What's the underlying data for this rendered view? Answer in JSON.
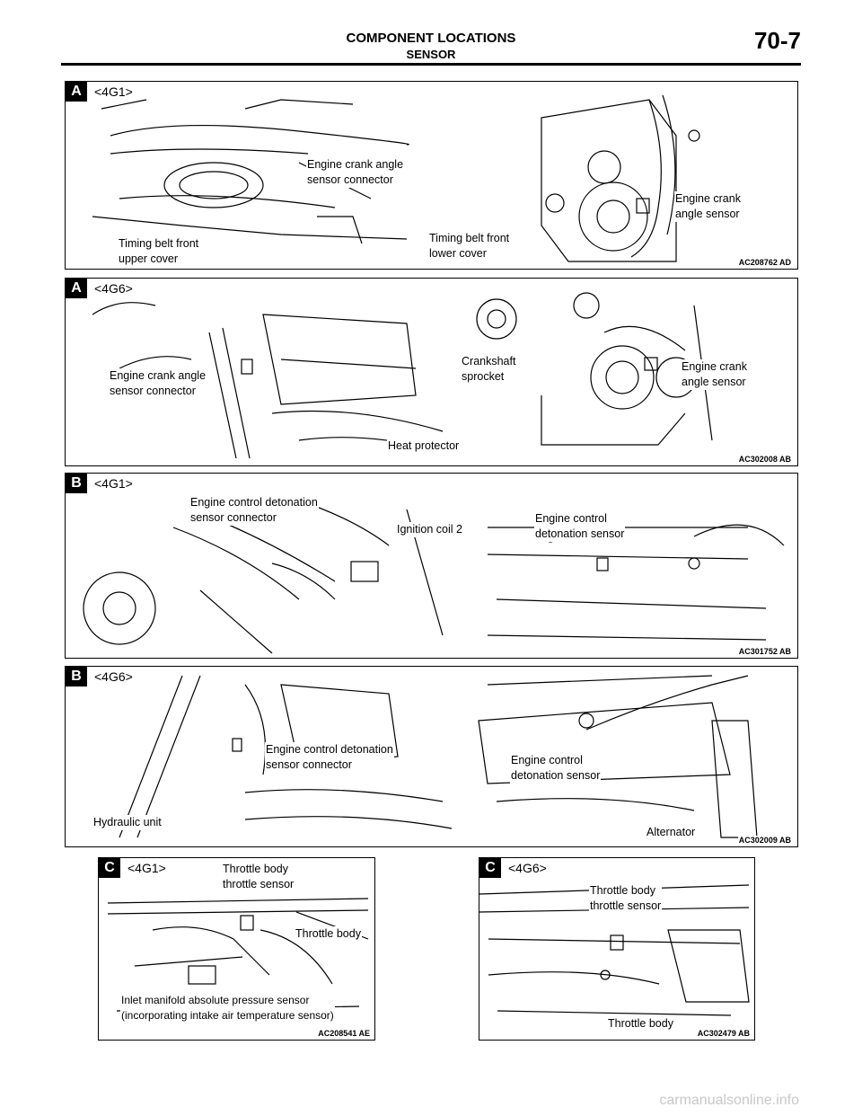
{
  "header": {
    "title": "COMPONENT LOCATIONS",
    "subtitle": "SENSOR",
    "page_number": "70-7"
  },
  "panels": [
    {
      "tag": "A",
      "engine": "<4G1>",
      "code": "AC208762 AD",
      "labels": [
        "Engine crank angle\nsensor connector",
        "Engine crank\nangle sensor",
        "Timing belt front\nupper cover",
        "Timing belt front\nlower cover"
      ]
    },
    {
      "tag": "A",
      "engine": "<4G6>",
      "code": "AC302008 AB",
      "labels": [
        "Engine crank angle\nsensor connector",
        "Crankshaft\nsprocket",
        "Engine crank\nangle sensor",
        "Heat protector"
      ]
    },
    {
      "tag": "B",
      "engine": "<4G1>",
      "code": "AC301752 AB",
      "labels": [
        "Engine control detonation\nsensor connector",
        "Ignition coil 2",
        "Engine control\ndetonation sensor"
      ]
    },
    {
      "tag": "B",
      "engine": "<4G6>",
      "code": "AC302009 AB",
      "labels": [
        "Engine control detonation\nsensor connector",
        "Engine control\ndetonation sensor",
        "Hydraulic unit",
        "Alternator"
      ]
    },
    {
      "tag": "C",
      "engine": "<4G1>",
      "code": "AC208541 AE",
      "labels": [
        "Throttle body\nthrottle sensor",
        "Throttle body",
        "Inlet manifold absolute pressure sensor\n(incorporating intake air temperature sensor)"
      ]
    },
    {
      "tag": "C",
      "engine": "<4G6>",
      "code": "AC302479 AB",
      "labels": [
        "Throttle body\nthrottle sensor",
        "Throttle body"
      ]
    }
  ],
  "footer": "carmanualsonline.info"
}
